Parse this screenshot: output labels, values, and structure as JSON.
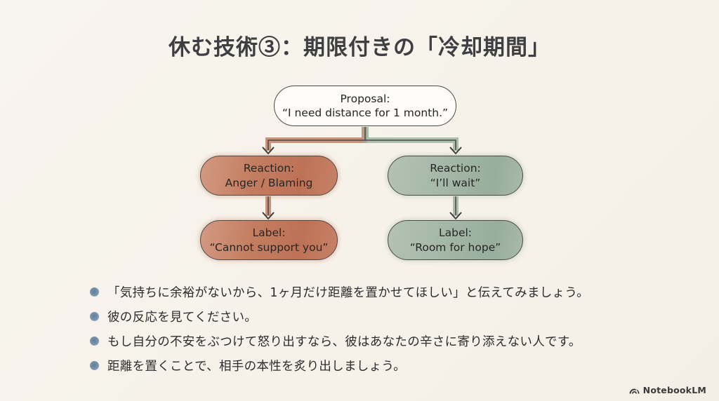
{
  "slide": {
    "title": "休む技術③：期限付きの「冷却期間」"
  },
  "flowchart": {
    "proposal": {
      "line1": "Proposal:",
      "line2": "“I need distance for 1 month.”"
    },
    "negative_branch": {
      "reaction_line1": "Reaction:",
      "reaction_line2": "Anger / Blaming",
      "label_line1": "Label:",
      "label_line2": "“Cannot support you”",
      "color": "#c47d60"
    },
    "positive_branch": {
      "reaction_line1": "Reaction:",
      "reaction_line2": "“I’ll wait”",
      "label_line1": "Label:",
      "label_line2": "“Room for hope”",
      "color": "#9fb3a2"
    }
  },
  "bullets": [
    "「気持ちに余裕がないから、1ヶ月だけ距離を置かせてほしい」と伝えてみましょう。",
    "彼の反応を見てください。",
    "もし自分の不安をぶつけて怒り出すなら、彼はあなたの辛さに寄り添えない人です。",
    "距離を置くことで、相手の本性を炙り出しましょう。"
  ],
  "footer": {
    "brand": "NotebookLM"
  },
  "colors": {
    "background": "#f7f3ec",
    "title_text": "#3e3f42",
    "node_outline": "#4c4b49",
    "negative_fill": "#c47d60",
    "positive_fill": "#9fb3a2",
    "bullet_dot": "#7b95ad"
  }
}
